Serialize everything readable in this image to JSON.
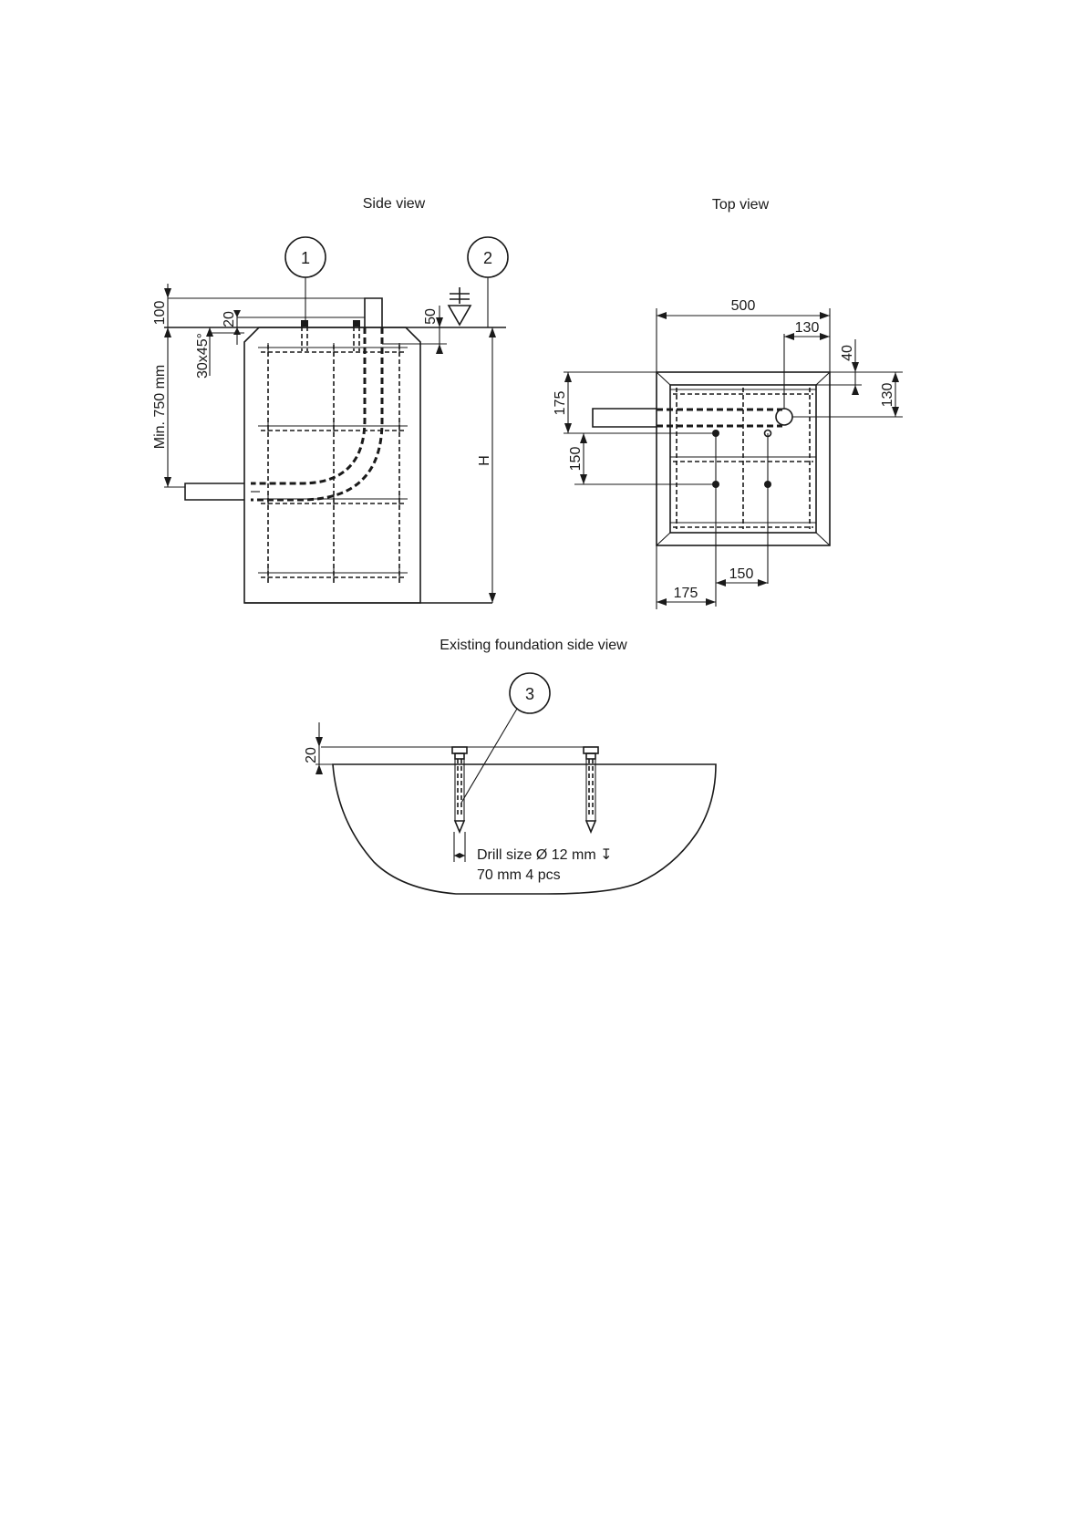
{
  "titles": {
    "side_view": "Side view",
    "top_view": "Top view",
    "existing_view": "Existing foundation side view"
  },
  "callouts": {
    "c1": "1",
    "c2": "2",
    "c3": "3"
  },
  "side_dims": {
    "d100": "100",
    "d20": "20",
    "d50": "50",
    "chamfer": "30x45°",
    "min_depth": "Min. 750 mm",
    "height": "H"
  },
  "top_dims": {
    "d500": "500",
    "d130_top": "130",
    "d40": "40",
    "d130_right": "130",
    "d175_left": "175",
    "d150_left": "150",
    "d175_bottom": "175",
    "d150_bottom": "150"
  },
  "existing": {
    "d20": "20",
    "drill_line1": "Drill size Ø 12 mm ↧",
    "drill_line2": "70 mm 4 pcs"
  }
}
